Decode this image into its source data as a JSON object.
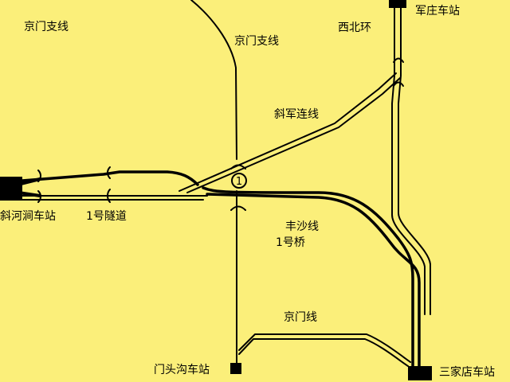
{
  "map": {
    "background_color": "#FBEF7A",
    "track_color": "#000000",
    "lines": {
      "jingmen_branch_left": "京门支线",
      "jingmen_branch_right": "京门支线",
      "xibeihuan": "西北环",
      "xiejun_link": "斜军连线",
      "fengsha": "丰沙线",
      "jingmen": "京门线",
      "tunnel_1": "1号隧道",
      "bridge_1": "1号桥"
    },
    "stations": {
      "junzhuang": "军庄车站",
      "xiehedong": "斜河涧车站",
      "mentougou": "门头沟车站",
      "sanjiadian": "三家店车站"
    },
    "marker_1": "1"
  }
}
